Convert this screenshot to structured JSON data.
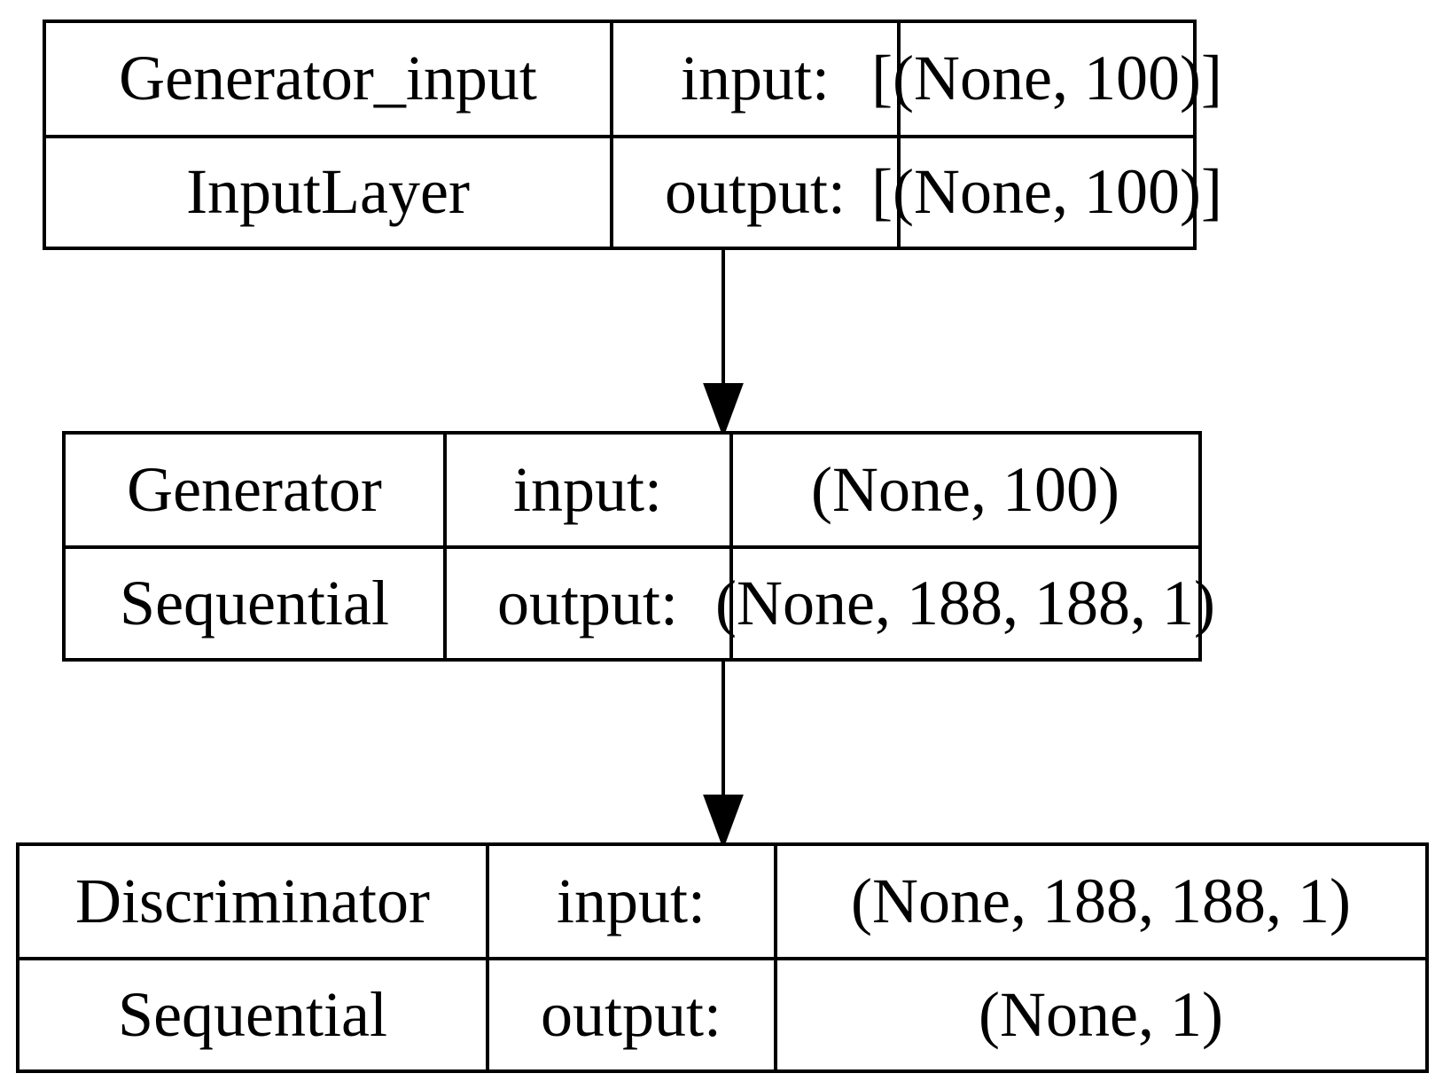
{
  "diagram": {
    "nodes": [
      {
        "id": "generator-input",
        "name": "Generator_input",
        "layer_type": "InputLayer",
        "input_label": "input:",
        "output_label": "output:",
        "input_shape": "[(None, 100)]",
        "output_shape": "[(None, 100)]"
      },
      {
        "id": "generator",
        "name": "Generator",
        "layer_type": "Sequential",
        "input_label": "input:",
        "output_label": "output:",
        "input_shape": "(None, 100)",
        "output_shape": "(None, 188, 188, 1)"
      },
      {
        "id": "discriminator",
        "name": "Discriminator",
        "layer_type": "Sequential",
        "input_label": "input:",
        "output_label": "output:",
        "input_shape": "(None, 188, 188, 1)",
        "output_shape": "(None, 1)"
      }
    ],
    "edges": [
      {
        "from": "generator-input",
        "to": "generator"
      },
      {
        "from": "generator",
        "to": "discriminator"
      }
    ],
    "colors": {
      "stroke": "#000000",
      "background": "#ffffff",
      "text": "#000000"
    }
  }
}
